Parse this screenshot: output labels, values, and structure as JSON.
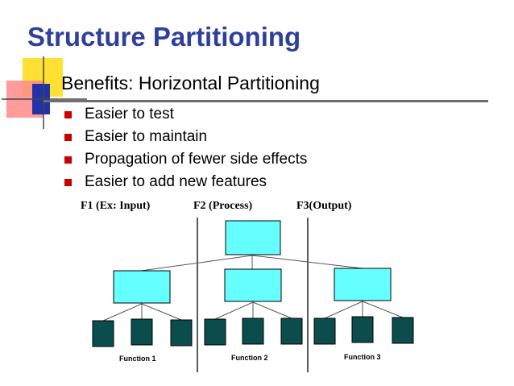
{
  "slide": {
    "title": "Structure Partitioning",
    "heading": "Benefits: Horizontal Partitioning",
    "bullets": [
      "Easier to test",
      "Easier to maintain",
      "Propagation of fewer side effects",
      "Easier to add new features"
    ]
  },
  "diagram": {
    "column_labels": [
      "F1 (Ex: Input)",
      "F2 (Process)",
      "F3(Output)"
    ],
    "function_labels": [
      "Function 1",
      "Function 2",
      "Function 3"
    ]
  },
  "colors": {
    "title": "#2e3f9e",
    "bullet": "#cc0000",
    "module_cyan": "#66ffff",
    "leaf_teal": "#0b4d4d"
  }
}
